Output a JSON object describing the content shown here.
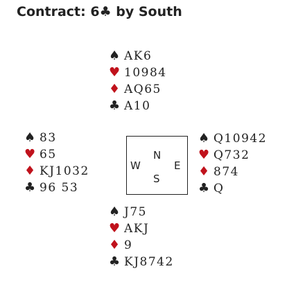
{
  "contract": {
    "prefix": "Contract: ",
    "level": "6",
    "suit_symbol": "♣",
    "suffix": " by South"
  },
  "suit_symbols": {
    "spades": "♠",
    "hearts": "♥",
    "diamonds": "♦",
    "clubs": "♣"
  },
  "colors": {
    "black": "#222222",
    "red": "#c0121c"
  },
  "hands": {
    "north": {
      "spades": "AK6",
      "hearts": "10984",
      "diamonds": "AQ65",
      "clubs": "A10"
    },
    "west": {
      "spades": "83",
      "hearts": "65",
      "diamonds": "KJ1032",
      "clubs": "96 53"
    },
    "east": {
      "spades": "Q10942",
      "hearts": "Q732",
      "diamonds": "874",
      "clubs": "Q"
    },
    "south": {
      "spades": "J75",
      "hearts": "AKJ",
      "diamonds": "9",
      "clubs": "KJ8742"
    }
  },
  "compass": {
    "north": "N",
    "west": "W",
    "east": "E",
    "south": "S"
  }
}
